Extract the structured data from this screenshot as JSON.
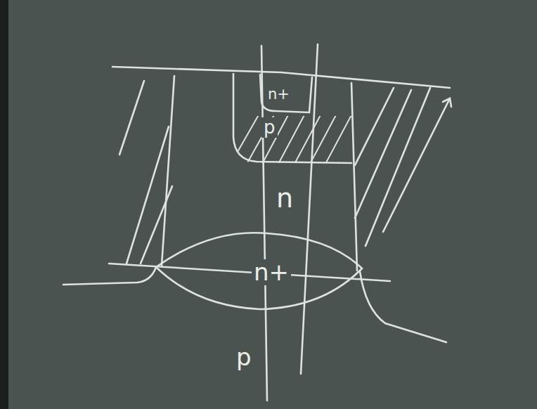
{
  "diagram": {
    "nodes": [
      {
        "text": [
          "p"
        ]
      },
      {
        "text": [
          "n+"
        ],
        "in": 0
      },
      {
        "text": [
          "n+"
        ]
      }
    ],
    "labels": [
      "n",
      "p"
    ]
  }
}
